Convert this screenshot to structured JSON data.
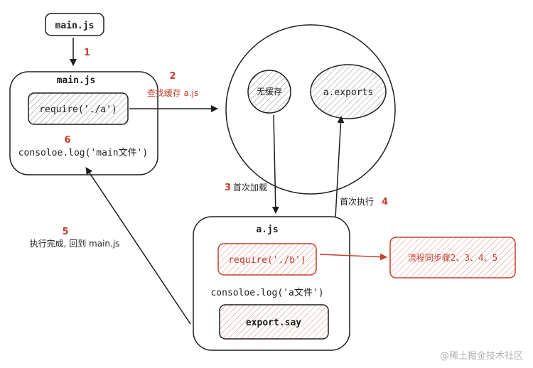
{
  "labels": {
    "entry": "main.js",
    "main_box_title": "main.js",
    "main_require": "require('./a')",
    "main_log": "consoloe.log('main文件')",
    "cache_none": "无缓存",
    "cache_exports": "a.exports",
    "a_box_title": "a.js",
    "a_require": "require('./b')",
    "a_log": "consoloe.log('a文件')",
    "a_export": "export.say",
    "steps_box": "流程同步骤2、3、4、5"
  },
  "steps": {
    "s1_num": "1",
    "s2_num": "2",
    "s2_text": "查找缓存 a.js",
    "s3_num": "3",
    "s3_text": "首次加载",
    "s4_num": "4",
    "s4_text": "首次执行",
    "s5_num": "5",
    "s5_text": "执行完成, 回到 main.js",
    "s6_num": "6"
  },
  "watermark": "@稀土掘金技术社区",
  "colors": {
    "stroke": "#1e1e1e",
    "accent_red": "#c2402e",
    "hatch": "#9a9a9a"
  }
}
